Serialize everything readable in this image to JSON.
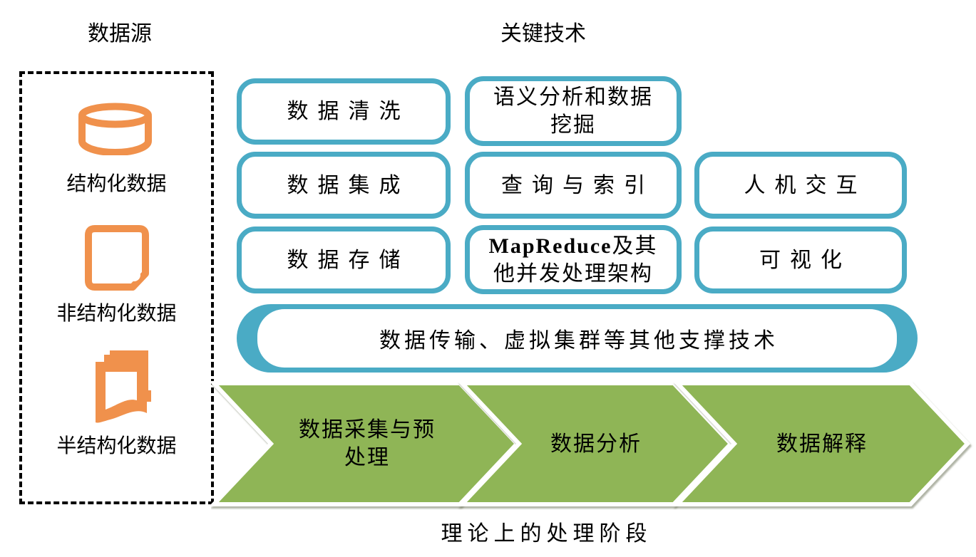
{
  "titles": {
    "data_source": "数据源",
    "key_technology": "关键技术"
  },
  "data_source_panel": {
    "items": [
      {
        "icon": "database-cylinder-icon",
        "label": "结构化数据"
      },
      {
        "icon": "document-icon",
        "label": "非结构化数据"
      },
      {
        "icon": "stacked-documents-icon",
        "label": "半结构化数据"
      }
    ]
  },
  "tech_boxes": [
    {
      "label": "数据清洗"
    },
    {
      "label": "语义分析和数据\n挖掘"
    },
    {
      "label": "数据集成"
    },
    {
      "label": "查询与索引"
    },
    {
      "label": "人机交互"
    },
    {
      "label": "数据存储"
    },
    {
      "label_bold": "MapReduce",
      "label_rest": "及其\n他并发处理架构"
    },
    {
      "label": "可视化"
    }
  ],
  "support_box": {
    "label": "数据传输、虚拟集群等其他支撑技术"
  },
  "process": {
    "stages": [
      {
        "label": "数据采集与预\n处理"
      },
      {
        "label": "数据分析"
      },
      {
        "label": "数据解释"
      }
    ],
    "caption": "理论上的处理阶段"
  },
  "colors": {
    "teal_border": "#4AABC5",
    "orange_icon": "#F0914C",
    "green_chevron": "#8FB556"
  }
}
